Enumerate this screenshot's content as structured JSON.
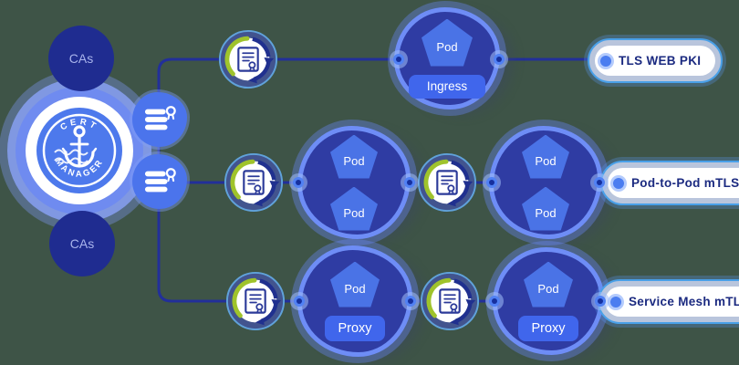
{
  "background_color": "#3e5447",
  "palette": {
    "navy_dark": "#1f2c90",
    "connector_line": "#222f9a",
    "blob_fill": "#2f3ca3",
    "blob_border": "#6e8df6",
    "pod_fill": "#4a73e6",
    "chip_fill": "#4066ec",
    "issuer_fill": "#4b74ec",
    "label_text": "#1b2a80",
    "label_border": "#49a0e8",
    "cert_green": "#9fc32b",
    "dot_blue": "#4b7df0"
  },
  "logo": {
    "name": "cert-manager",
    "arc_top": "CERT",
    "arc_bottom": "MANAGER"
  },
  "cas": {
    "top": "CAs",
    "bottom": "CAs"
  },
  "icons": {
    "logo": "cert-manager-anchor-badge",
    "issuer": "issuer-list-seal-icon",
    "certificate": "certificate-renewal-icon"
  },
  "rows": [
    {
      "id": "tls-web-pki",
      "label": "TLS WEB PKI",
      "groups": [
        {
          "items": [
            {
              "shape": "pentagon",
              "label": "Pod"
            },
            {
              "shape": "chip",
              "label": "Ingress"
            }
          ]
        }
      ]
    },
    {
      "id": "pod-to-pod-mtls",
      "label": "Pod-to-Pod mTLS",
      "groups": [
        {
          "items": [
            {
              "shape": "pentagon",
              "label": "Pod"
            },
            {
              "shape": "pentagon",
              "label": "Pod"
            }
          ]
        },
        {
          "items": [
            {
              "shape": "pentagon",
              "label": "Pod"
            },
            {
              "shape": "pentagon",
              "label": "Pod"
            }
          ]
        }
      ]
    },
    {
      "id": "service-mesh-mtls",
      "label": "Service Mesh mTLS",
      "groups": [
        {
          "items": [
            {
              "shape": "pentagon",
              "label": "Pod"
            },
            {
              "shape": "chip",
              "label": "Proxy"
            }
          ]
        },
        {
          "items": [
            {
              "shape": "pentagon",
              "label": "Pod"
            },
            {
              "shape": "chip",
              "label": "Proxy"
            }
          ]
        }
      ]
    }
  ]
}
